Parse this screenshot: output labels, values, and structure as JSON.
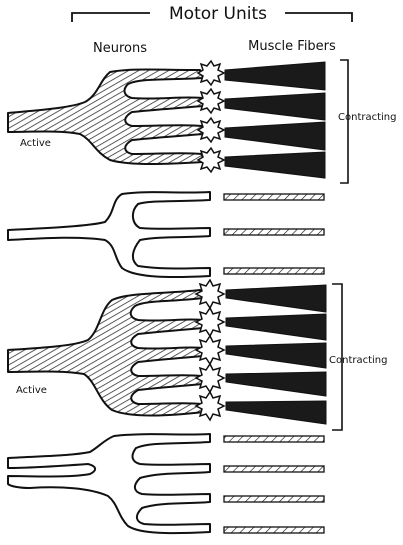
{
  "title": "Motor Units",
  "headers": {
    "neurons": "Neurons",
    "fibers": "Muscle Fibers"
  },
  "labels": {
    "active_top": "Active",
    "active_bottom": "Active",
    "contracting_top": "Contracting",
    "contracting_bottom": "Contracting"
  },
  "units": [
    {
      "state": "active",
      "branches": 4
    },
    {
      "state": "inactive",
      "branches": 3
    },
    {
      "state": "active",
      "branches": 5
    },
    {
      "state": "inactive",
      "branches": 4
    }
  ],
  "colors": {
    "ink": "#111111",
    "paper": "#ffffff",
    "hatch": "#333333"
  }
}
